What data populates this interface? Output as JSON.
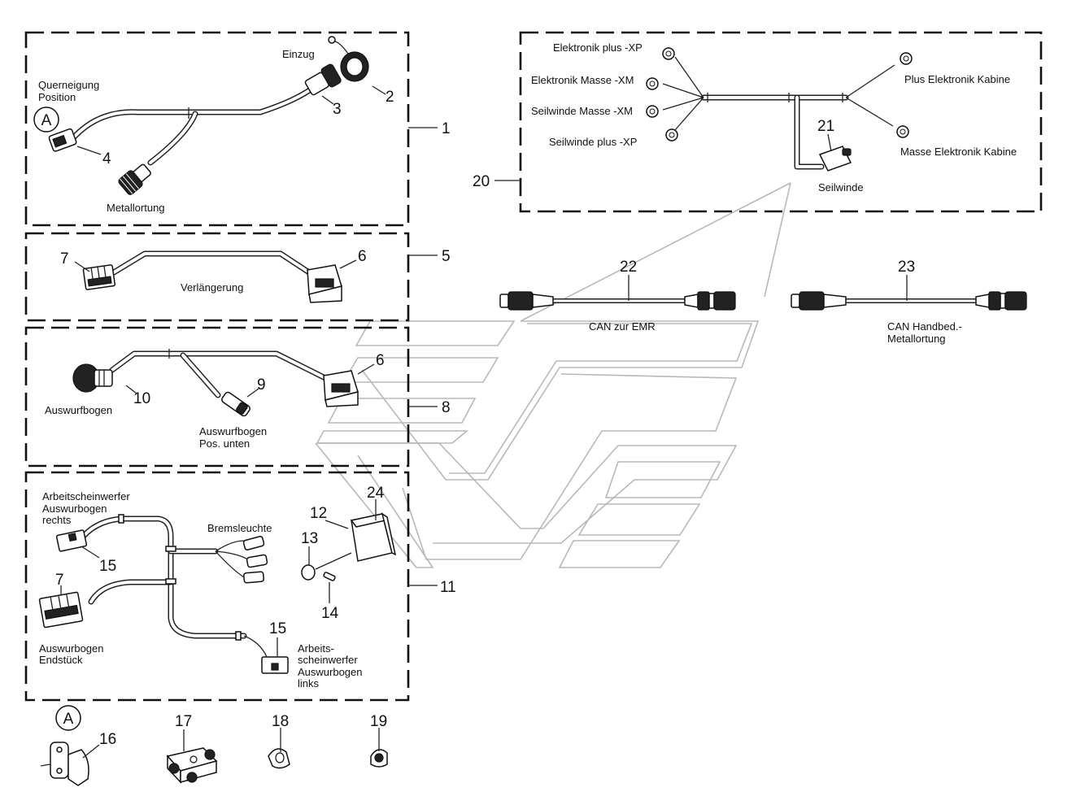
{
  "labels": {
    "einzug": "Einzug",
    "querneigung_1": "Querneigung",
    "querneigung_2": "Position",
    "metallortung": "Metallortung",
    "verlaengerung": "Verlängerung",
    "auswurfbogen": "Auswurfbogen",
    "auswurfbogen_unten_1": "Auswurfbogen",
    "auswurfbogen_unten_2": "Pos. unten",
    "aw_rechts_1": "Arbeitscheinwerfer",
    "aw_rechts_2": "Auswurbogen",
    "aw_rechts_3": "rechts",
    "bremsleuchte": "Bremsleuchte",
    "endstueck_1": "Auswurbogen",
    "endstueck_2": "Endstück",
    "aw_links_1": "Arbeits-",
    "aw_links_2": "scheinwerfer",
    "aw_links_3": "Auswurbogen",
    "aw_links_4": "links",
    "elektronik_plus": "Elektronik plus -XP",
    "elektronik_masse": "Elektronik Masse -XM",
    "seilwinde_masse": "Seilwinde Masse -XM",
    "seilwinde_plus": "Seilwinde plus -XP",
    "plus_kabine": "Plus Elektronik Kabine",
    "masse_kabine": "Masse Elektronik Kabine",
    "seilwinde": "Seilwinde",
    "can_emr": "CAN zur EMR",
    "can_hand_1": "CAN Handbed.-",
    "can_hand_2": "Metallortung",
    "marker": "A"
  },
  "callouts": {
    "n1": "1",
    "n2": "2",
    "n3": "3",
    "n4": "4",
    "n5": "5",
    "n6a": "6",
    "n6b": "6",
    "n7a": "7",
    "n7b": "7",
    "n8": "8",
    "n9": "9",
    "n10": "10",
    "n11": "11",
    "n12": "12",
    "n13": "13",
    "n14": "14",
    "n15a": "15",
    "n15b": "15",
    "n16": "16",
    "n17": "17",
    "n18": "18",
    "n19": "19",
    "n20": "20",
    "n21": "21",
    "n22": "22",
    "n23": "23",
    "n24": "24"
  },
  "colors": {
    "line": "#111111",
    "watermark": "#b8b8b8",
    "background": "#ffffff"
  }
}
